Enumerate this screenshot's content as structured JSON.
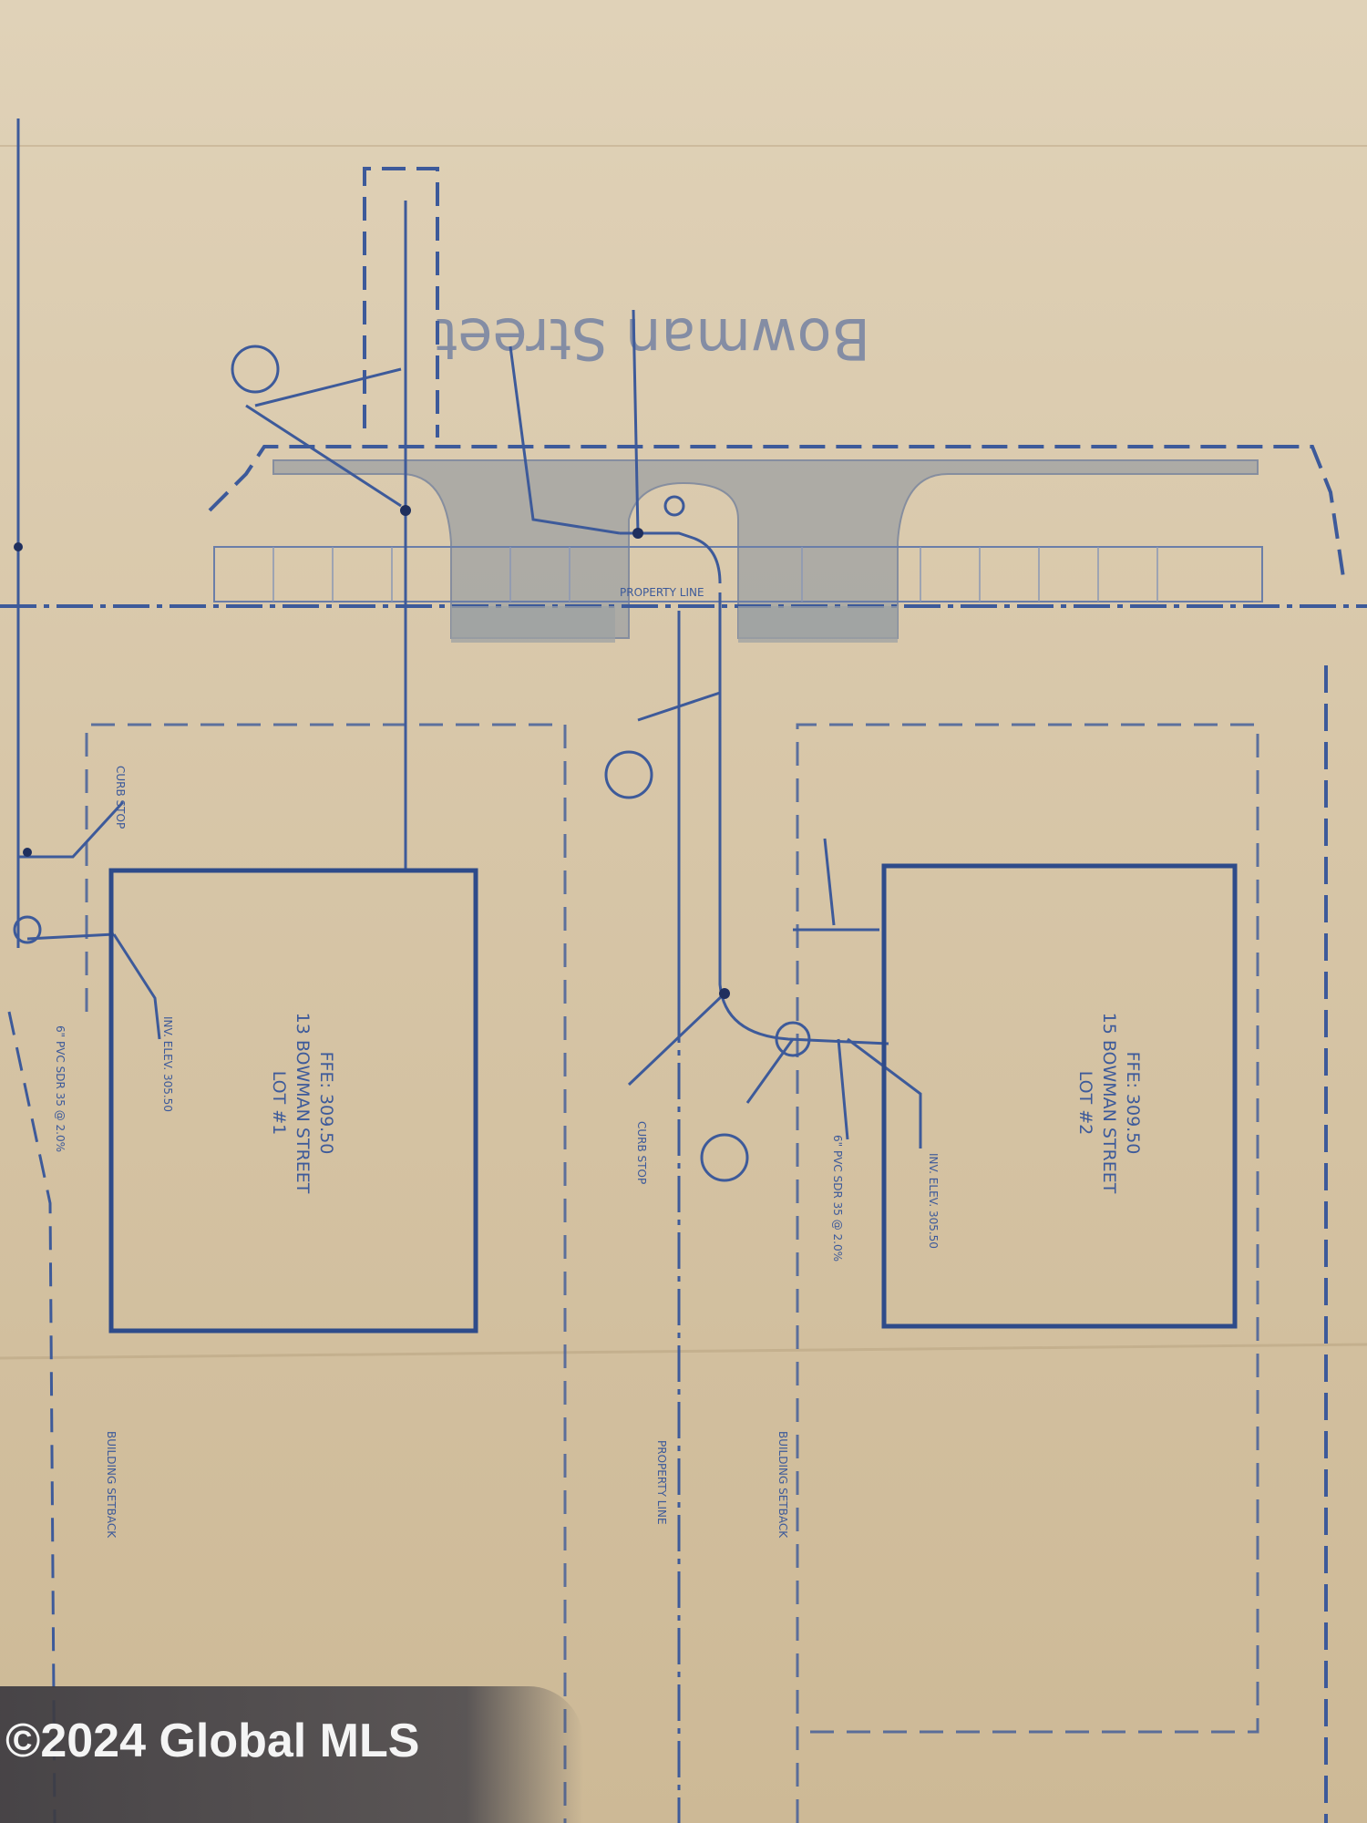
{
  "street": {
    "name": "Bowman Street"
  },
  "lots": [
    {
      "id": "lot-1",
      "lot_label": "LOT #1",
      "address": "13 BOWMAN STREET",
      "ffe": "FFE: 309.50"
    },
    {
      "id": "lot-2",
      "lot_label": "LOT #2",
      "address": "15 BOWMAN STREET",
      "ffe": "FFE: 309.50"
    }
  ],
  "labels": {
    "property_line": "PROPERTY LINE",
    "building_setback_left": "BUILDING SETBACK",
    "building_setback_right": "BUILDING SETBACK",
    "property_line_vertical": "PROPERTY LINE",
    "curb_stop": "CURB STOP",
    "curb_stop_2": "CURB STOP",
    "inv_1": "INV. ELEV. 305.50",
    "inv_2": "INV. ELEV. 305.50",
    "pipe_1": "6\" PVC SDR 35 @ 2.0%",
    "pipe_2": "6\" PVC SDR 35 @ 2.0%"
  },
  "watermark": {
    "text": "©2024 Global MLS"
  },
  "colors": {
    "ink": "#3d5a9a",
    "paper": "#d8c7a9",
    "pavement": "#9ea1a3"
  }
}
